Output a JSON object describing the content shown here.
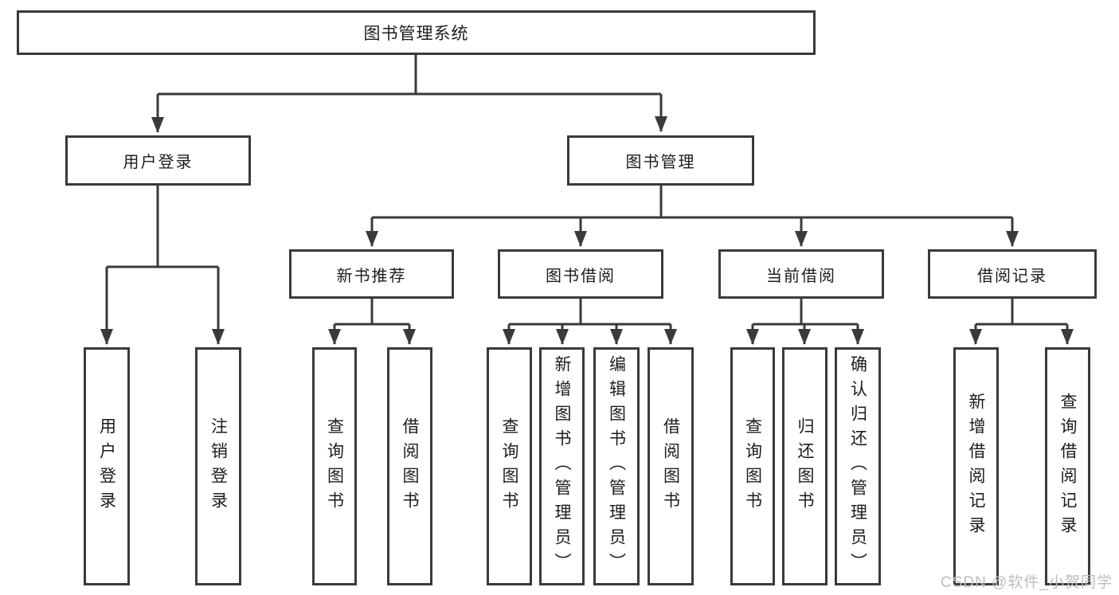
{
  "nodes": {
    "root": "图书管理系统",
    "user_login": "用户登录",
    "book_mgmt": "图书管理",
    "ul_login": "用户登录",
    "ul_logout": "注销登录",
    "new_book_rec": "新书推荐",
    "book_borrow": "图书借阅",
    "current_borrow": "当前借阅",
    "borrow_records": "借阅记录",
    "nbr_query": "查询图书",
    "nbr_borrow": "借阅图书",
    "bb_query": "查询图书",
    "bb_add": "新增图书（管理员）",
    "bb_edit": "编辑图书（管理员）",
    "bb_borrow": "借阅图书",
    "cb_query": "查询图书",
    "cb_return": "归还图书",
    "cb_confirm": "确认归还（管理员）",
    "br_add": "新增借阅记录",
    "br_query": "查询借阅记录"
  },
  "hierarchy": {
    "图书管理系统": [
      "用户登录",
      "图书管理"
    ],
    "用户登录": [
      "用户登录",
      "注销登录"
    ],
    "图书管理": [
      "新书推荐",
      "图书借阅",
      "当前借阅",
      "借阅记录"
    ],
    "新书推荐": [
      "查询图书",
      "借阅图书"
    ],
    "图书借阅": [
      "查询图书",
      "新增图书（管理员）",
      "编辑图书（管理员）",
      "借阅图书"
    ],
    "当前借阅": [
      "查询图书",
      "归还图书",
      "确认归还（管理员）"
    ],
    "借阅记录": [
      "新增借阅记录",
      "查询借阅记录"
    ]
  },
  "watermark": {
    "text": "CSDN @软件_小贺同学",
    "color": "#bdbdbd"
  },
  "colors": {
    "line": "#3a3a3a",
    "box_border": "#3a3a3a",
    "text": "#1c1c1c",
    "background": "#ffffff"
  }
}
